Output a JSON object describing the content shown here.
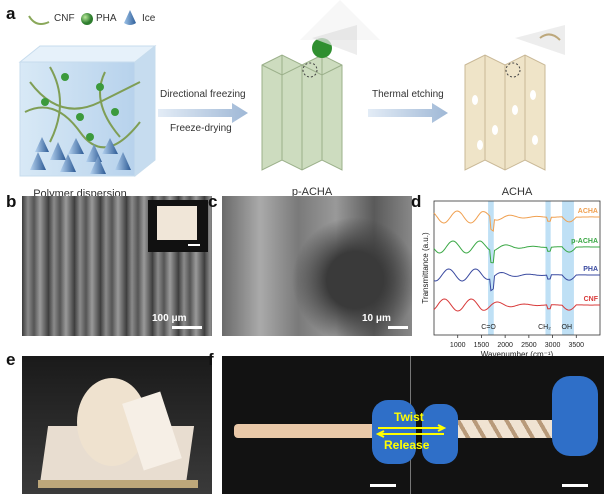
{
  "panel_a": {
    "label": "a",
    "legend": {
      "cnf": "CNF",
      "pha": "PHA",
      "ice": "Ice"
    },
    "stage1": "Polymer dispersion",
    "arrow1_top": "Directional freezing",
    "arrow1_bottom": "Freeze-drying",
    "stage2": "p-ACHA",
    "arrow2_top": "Thermal etching",
    "stage3": "ACHA"
  },
  "panel_b": {
    "label": "b",
    "scale": "100 μm"
  },
  "panel_c": {
    "label": "c",
    "scale": "10 μm"
  },
  "panel_d": {
    "label": "d"
  },
  "panel_e": {
    "label": "e"
  },
  "panel_f": {
    "label": "f",
    "twist": "Twist",
    "release": "Release"
  },
  "colors": {
    "acha": "#f0a050",
    "p_acha": "#3aa845",
    "pha": "#3a4aa0",
    "cnf": "#d83a3a",
    "band": "#bfe0f5"
  },
  "chart_data": {
    "type": "line",
    "xlabel": "Wavenumber (cm⁻¹)",
    "ylabel": "Transmittance (a.u.)",
    "xlim": [
      500,
      4000
    ],
    "xticks": [
      1000,
      1500,
      2000,
      2500,
      3000,
      3500
    ],
    "band_labels": [
      "C=O",
      "CH₂",
      "OH"
    ],
    "series": [
      {
        "name": "ACHA"
      },
      {
        "name": "p-ACHA"
      },
      {
        "name": "PHA"
      },
      {
        "name": "CNF"
      }
    ]
  }
}
